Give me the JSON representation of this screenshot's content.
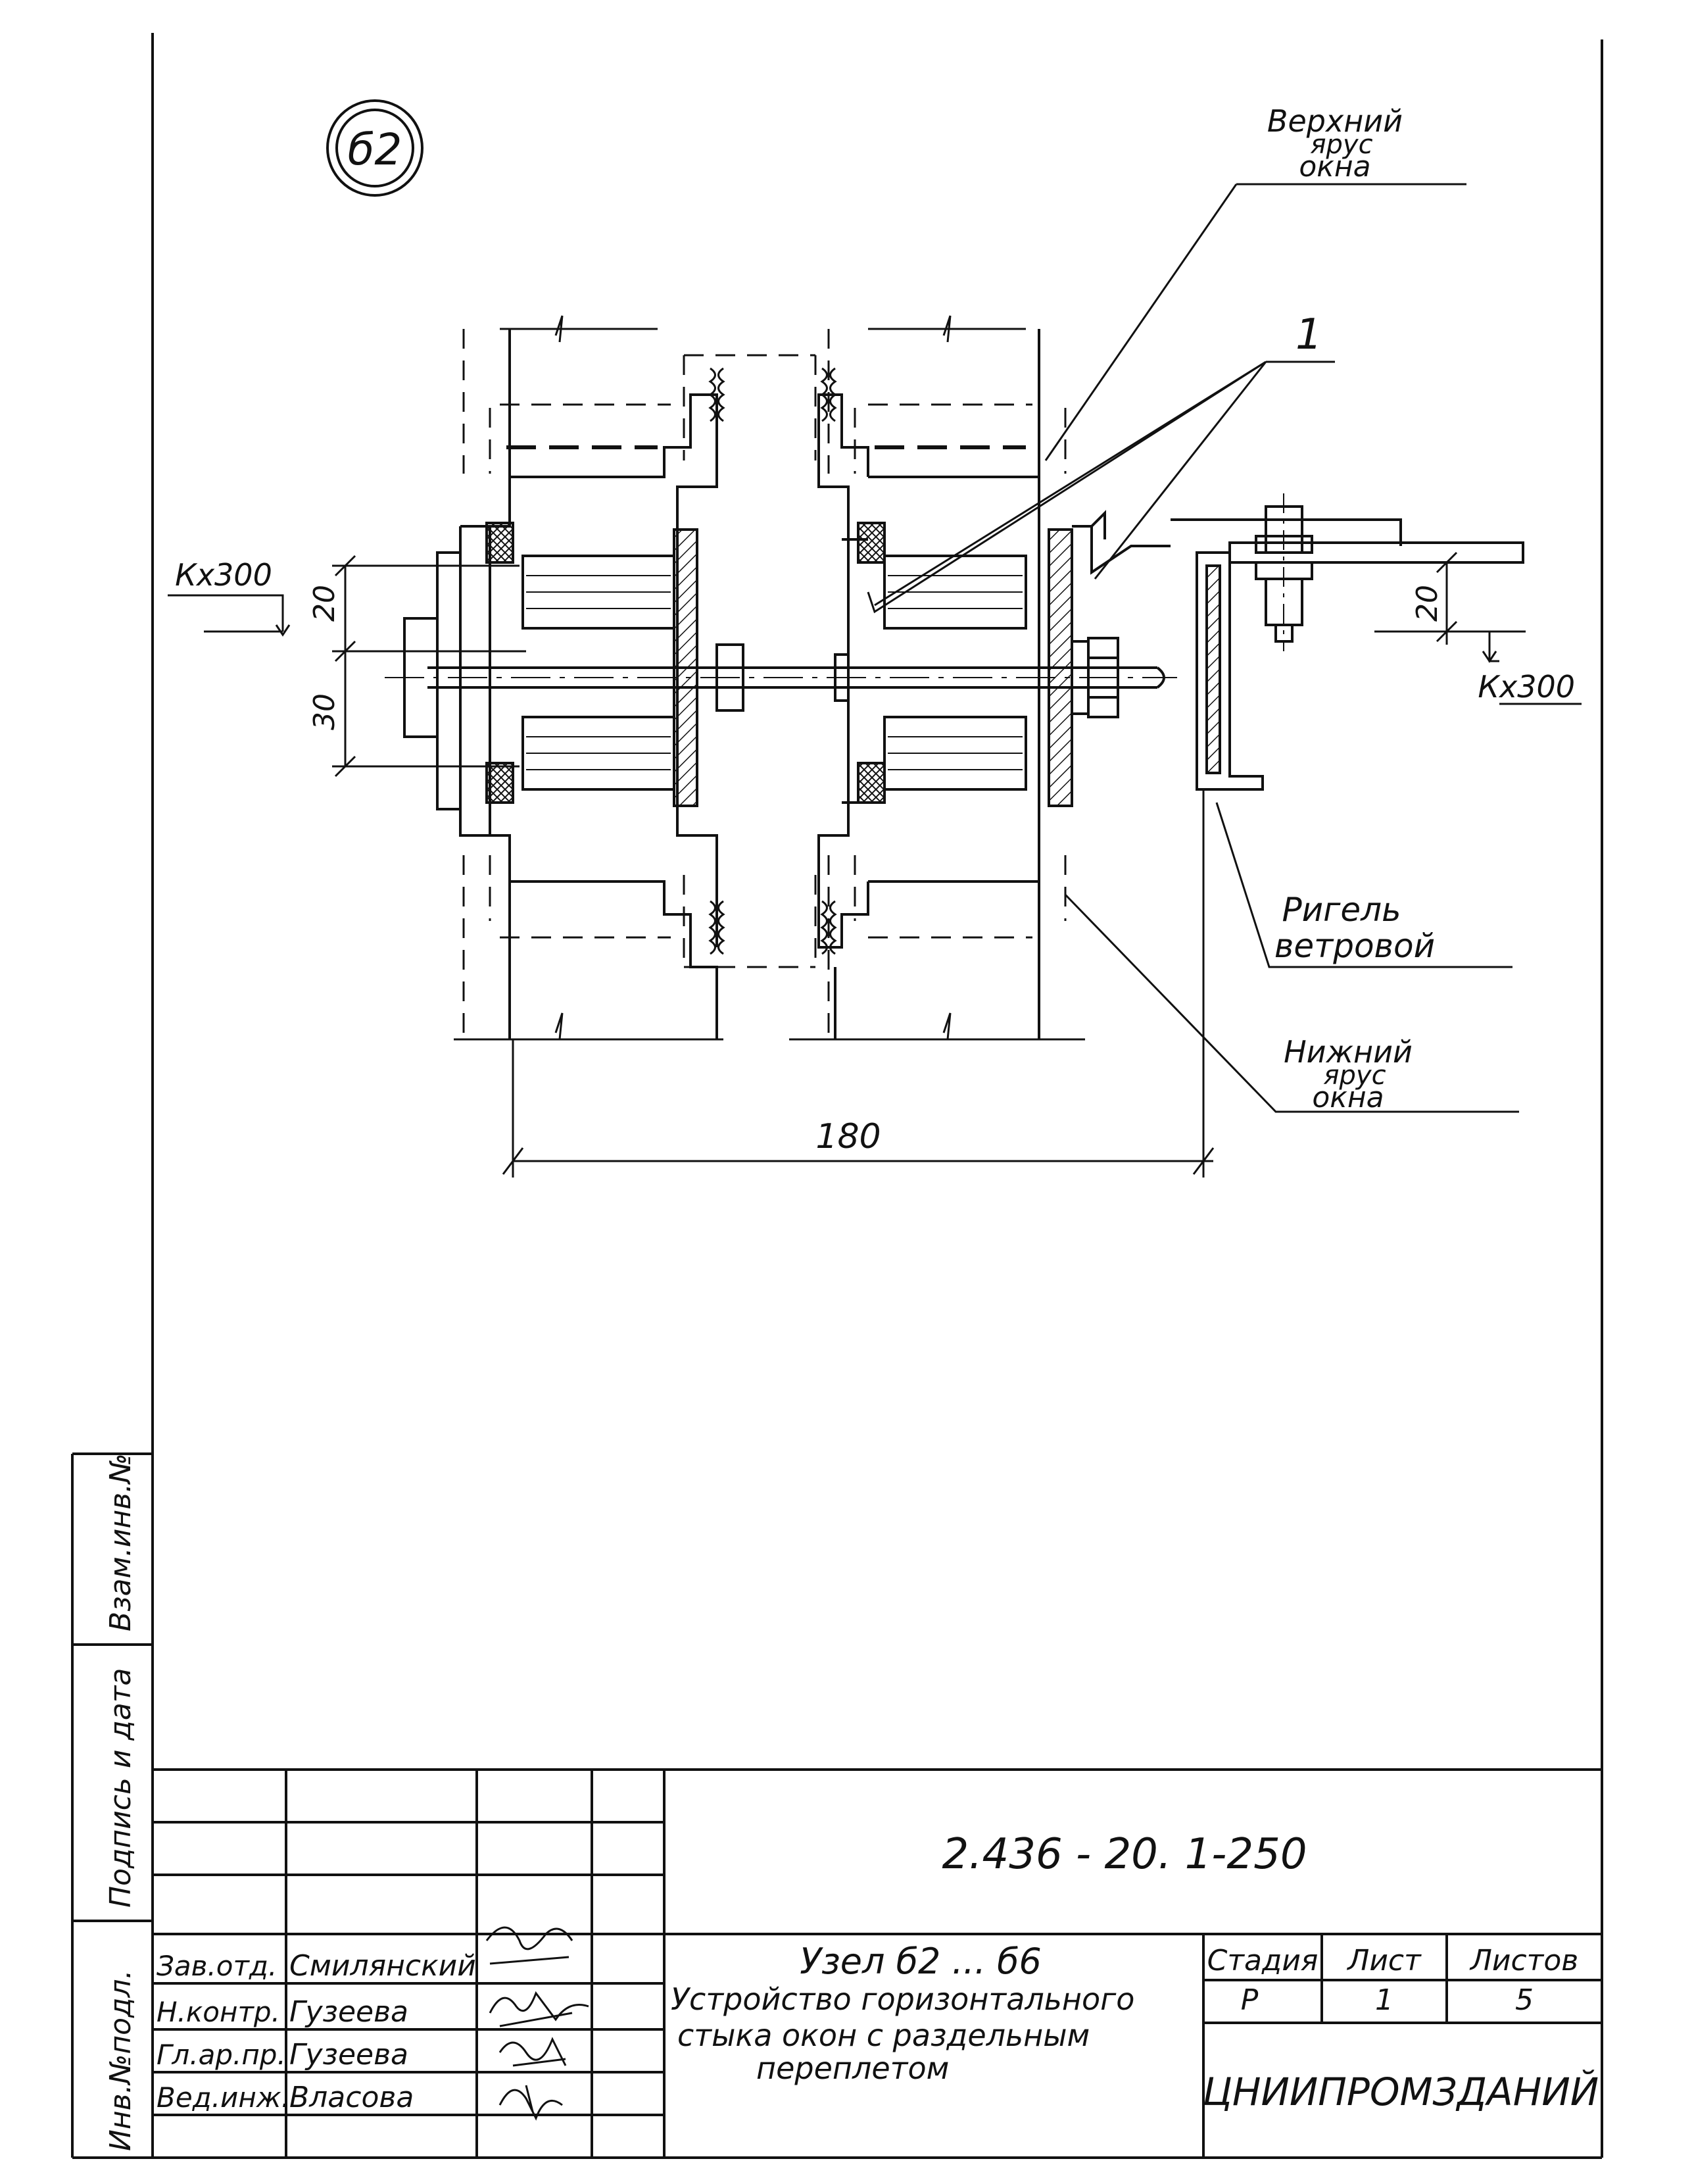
{
  "node_id": "б2",
  "callouts": {
    "upper_tier": [
      "Верхний",
      "ярус",
      "окна"
    ],
    "lower_tier": [
      "Нижний",
      "ярус",
      "окна"
    ],
    "wind_girt": [
      "Ригель",
      "ветровой"
    ],
    "position_1": "1"
  },
  "dimensions": {
    "overall_width": "180",
    "dim_20_left": "20",
    "dim_30_left": "30",
    "dim_20_right": "20",
    "step_left": "Кх300",
    "step_right": "Кх300"
  },
  "side_stamp": {
    "inv_no": "Инв.№подл.",
    "signature_date": "Подпись и дата",
    "replace_inv": "Взам.инв.№"
  },
  "title_block": {
    "document_code": "2.436 - 20. 1-250",
    "title_line1": "Узел б2 ... б6",
    "title_line2": "Устройство горизонтального",
    "title_line3": "стыка окон с раздельным",
    "title_line4": "переплетом",
    "roles": [
      {
        "role": "Зав.отд.",
        "name": "Смилянский"
      },
      {
        "role": "Н.контр.",
        "name": "Гузеева"
      },
      {
        "role": "Гл.ар.пр.",
        "name": "Гузеева"
      },
      {
        "role": "Вед.инж.",
        "name": "Власова"
      }
    ],
    "stage_header": "Стадия",
    "sheet_header": "Лист",
    "sheets_header": "Листов",
    "stage_value": "Р",
    "sheet_value": "1",
    "sheets_value": "5",
    "organization": "ЦНИИПРОМЗДАНИЙ"
  }
}
